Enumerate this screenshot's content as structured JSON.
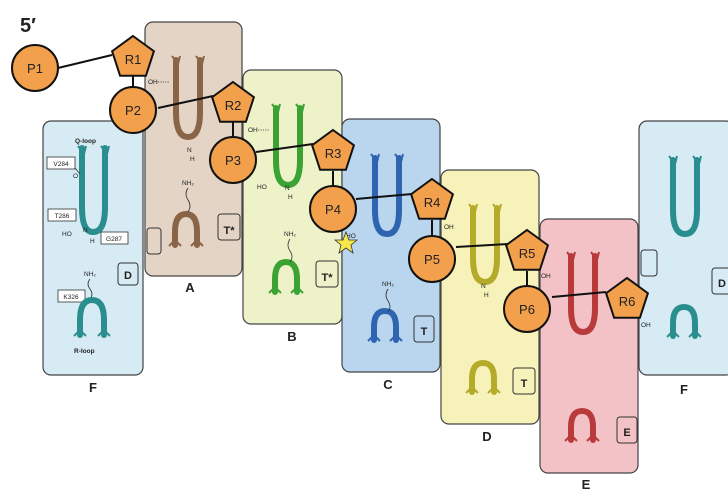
{
  "five_prime": "5′",
  "panels": [
    {
      "id": "F_left",
      "label": "F",
      "color": "#d6ebf3"
    },
    {
      "id": "A",
      "label": "A",
      "color": "#e3d4c6"
    },
    {
      "id": "B",
      "label": "B",
      "color": "#eef2c9"
    },
    {
      "id": "C",
      "label": "C",
      "color": "#b9d6ee"
    },
    {
      "id": "D",
      "label": "D",
      "color": "#f6f2b9"
    },
    {
      "id": "E",
      "label": "E",
      "color": "#f3c2c6"
    },
    {
      "id": "F_right",
      "label": "F",
      "color": "#d6ebf3"
    }
  ],
  "phosphates": [
    "P1",
    "P2",
    "P3",
    "P4",
    "P5",
    "P6"
  ],
  "riboses": [
    "R1",
    "R2",
    "R3",
    "R4",
    "R5",
    "R6"
  ],
  "colors": {
    "node_fill": "#f3a04c",
    "teal": "#2a8e8e",
    "brown": "#8a6446",
    "green": "#3aa334",
    "blue": "#2e64b0",
    "olive": "#b4ab2a",
    "red": "#b83a3a",
    "star": "#f6e84a"
  },
  "detail": {
    "q_loop": "Q-loop",
    "r_loop": "R-loop",
    "v284": "V284",
    "t286": "T286",
    "g287": "G287",
    "k326": "K326",
    "o": "O",
    "ho": "HO",
    "h": "H",
    "n": "N",
    "nh2": "NH₂"
  },
  "subunit_tags": {
    "f_left": "D",
    "a": "T*",
    "b": "T*",
    "c": "T",
    "d": "T",
    "e": "E",
    "f_right": "D"
  },
  "chem": {
    "oh": "OH",
    "ho": "HO",
    "n": "N",
    "h": "H",
    "nh2": "NH₂"
  }
}
